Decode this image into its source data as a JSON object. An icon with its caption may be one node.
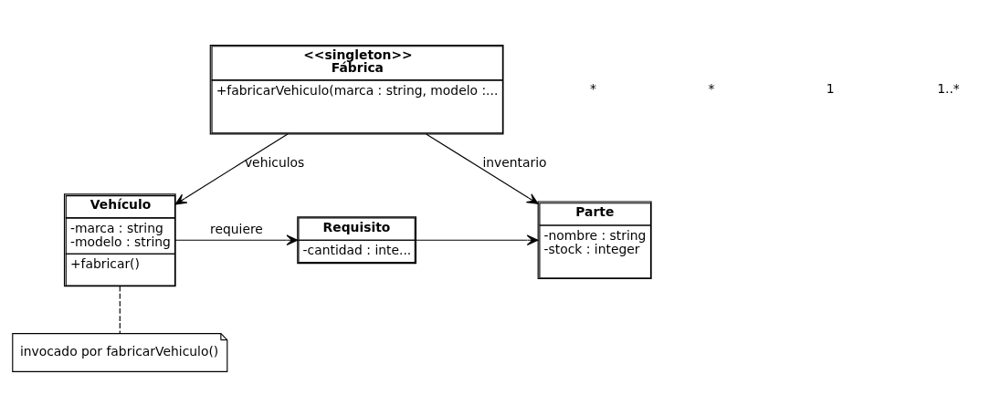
{
  "diagram": {
    "nodes": [
      {
        "text": [
          "<<singleton>>",
          "Fábrica",
          "+fabricarVehiculo(marca : string, modelo :..."
        ]
      },
      {
        "text": [
          "Parte",
          "-nombre : string",
          "-stock : integer"
        ]
      },
      {
        "text": [
          "Requisito",
          "-cantidad : inte..."
        ]
      },
      {
        "text": [
          "Vehículo",
          "-marca : string",
          "-modelo : string",
          "+fabricar()"
        ]
      },
      {
        "text": [
          "invocado por fabricarVehiculo()"
        ]
      }
    ],
    "edges": [
      {
        "from": 0,
        "to": 1,
        "arrow": "to",
        "label": "inventario"
      },
      {
        "from": 0,
        "to": 3,
        "arrow": "to",
        "label": "vehiculos"
      },
      {
        "from": 2,
        "to": 1,
        "arrow": "to"
      },
      {
        "from": 3,
        "to": 2,
        "arrow": "to",
        "label": "requiere"
      },
      {
        "from": 3,
        "to": 4,
        "arrow": "none",
        "style": "dashed"
      }
    ],
    "labels": [
      "*",
      "*",
      "1",
      "1..*"
    ]
  }
}
